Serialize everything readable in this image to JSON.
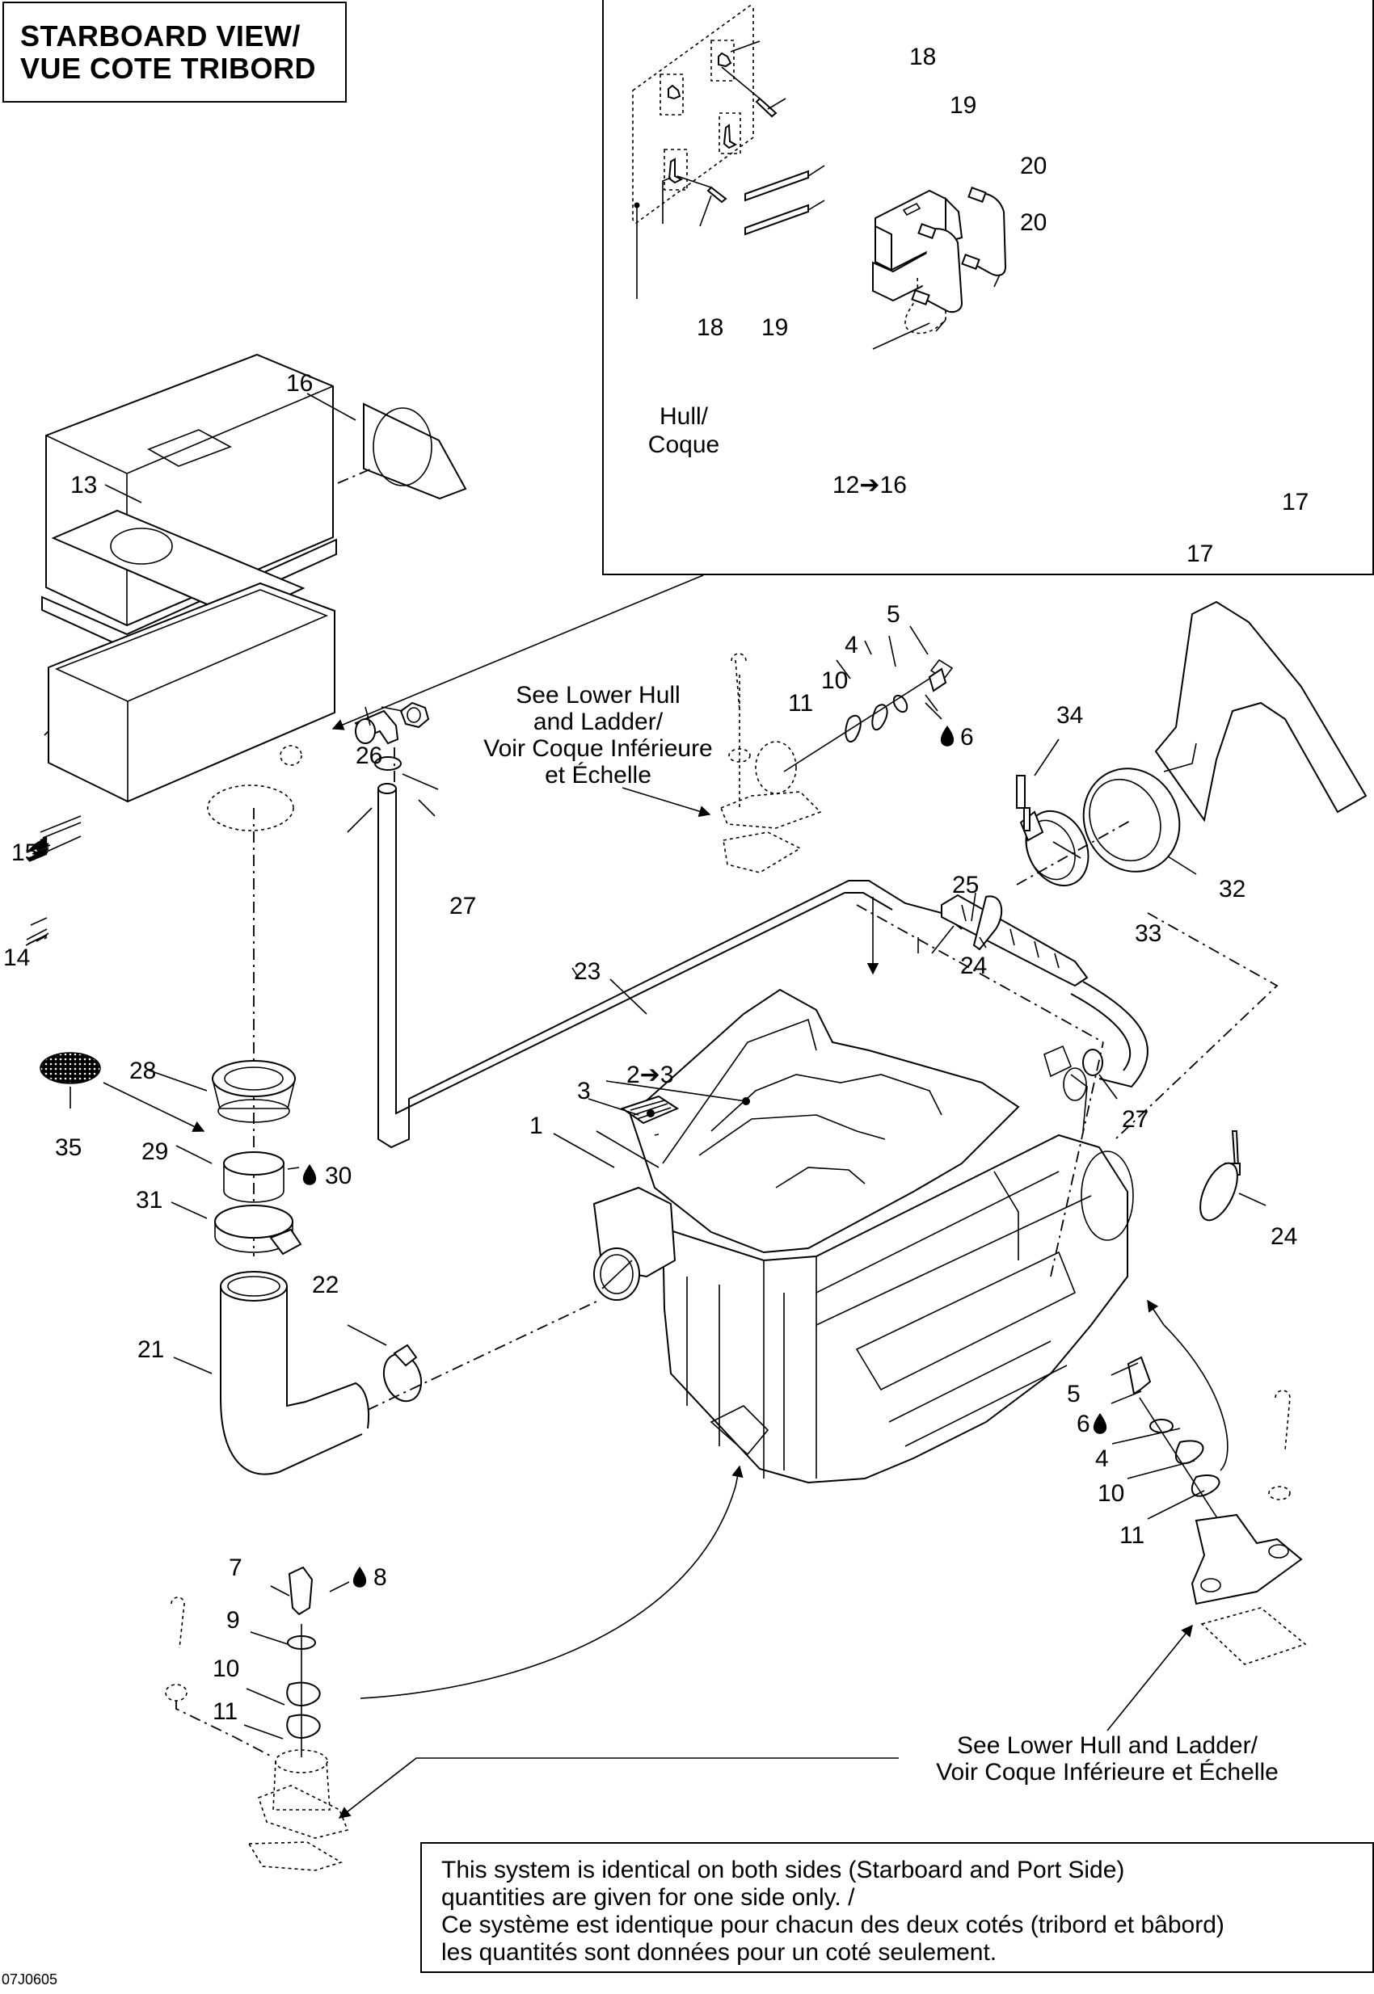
{
  "title": {
    "line1": "STARBOARD VIEW/",
    "line2": "VUE COTE TRIBORD"
  },
  "figure_code": "07J0605",
  "inset": {
    "hull_label_line1": "Hull/",
    "hull_label_line2": "Coque",
    "range_label": "12➔16"
  },
  "references": {
    "upper_line1": "See Lower Hull",
    "upper_line2": "and Ladder/",
    "upper_line3": "Voir Coque Inférieure",
    "upper_line4": "et Échelle",
    "lower_line1": "See Lower Hull and Ladder/",
    "lower_line2": "Voir Coque Inférieure et Échelle"
  },
  "info_note": {
    "line1": "This system is identical on both sides (Starboard and Port Side)",
    "line2": "quantities are given for one side only. /",
    "line3": "Ce système est identique pour chacun des deux cotés (tribord et bâbord)",
    "line4": "les quantités sont données pour un coté seulement."
  },
  "legend_icons": {
    "drop": "oil-drop-icon",
    "arrow": "range-arrow-icon"
  },
  "callouts": {
    "c1": "1",
    "c2_3": "2➔3",
    "c3": "3",
    "c4a": "4",
    "c4b": "4",
    "c5a": "5",
    "c5b": "5",
    "c6a": "6",
    "c6b": "6",
    "c7": "7",
    "c8": "8",
    "c9": "9",
    "c10a": "10",
    "c10b": "10",
    "c10c": "10",
    "c11a": "11",
    "c11b": "11",
    "c11c": "11",
    "c13": "13",
    "c14": "14",
    "c15": "15",
    "c16": "16",
    "c17a": "17",
    "c17b": "17",
    "c18a": "18",
    "c18b": "18",
    "c19a": "19",
    "c19b": "19",
    "c20a": "20",
    "c20b": "20",
    "c21": "21",
    "c22": "22",
    "c23": "23",
    "c24a": "24",
    "c24b": "24",
    "c25": "25",
    "c26": "26",
    "c27a": "27",
    "c27b": "27",
    "c28": "28",
    "c29": "29",
    "c30": "30",
    "c31": "31",
    "c32": "32",
    "c33": "33",
    "c34": "34",
    "c35": "35"
  }
}
